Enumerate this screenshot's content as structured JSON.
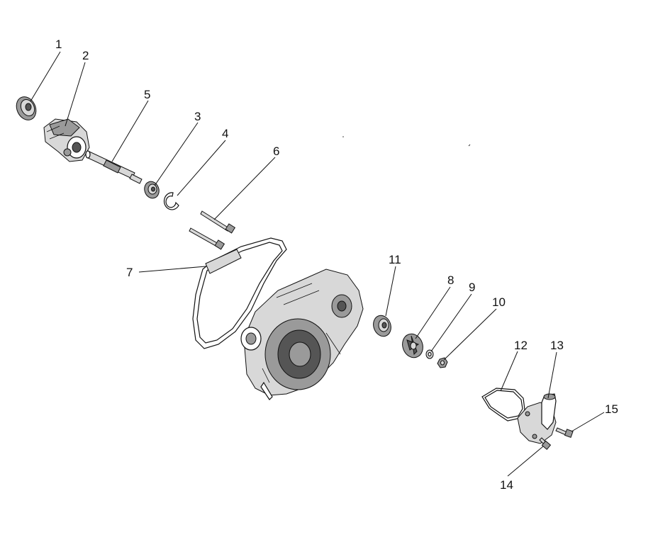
{
  "diagram": {
    "callouts": [
      {
        "num": "1"
      },
      {
        "num": "2"
      },
      {
        "num": "3"
      },
      {
        "num": "4"
      },
      {
        "num": "5"
      },
      {
        "num": "6"
      },
      {
        "num": "7"
      },
      {
        "num": "8"
      },
      {
        "num": "9"
      },
      {
        "num": "10"
      },
      {
        "num": "11"
      },
      {
        "num": "12"
      },
      {
        "num": "13"
      },
      {
        "num": "14"
      },
      {
        "num": "15"
      }
    ]
  }
}
